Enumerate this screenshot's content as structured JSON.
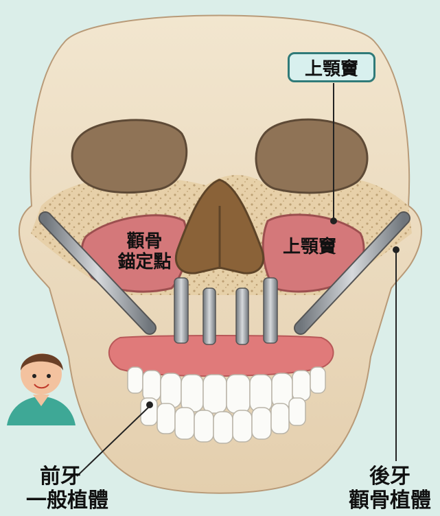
{
  "labels": {
    "sinus_tag": "上顎竇",
    "zygoma_anchor_line1": "顴骨",
    "zygoma_anchor_line2": "錨定點",
    "sinus_inner": "上顎竇",
    "front_teeth_line1": "前牙",
    "front_teeth_line2": "一般植體",
    "back_teeth_line1": "後牙",
    "back_teeth_line2": "顴骨植體"
  },
  "colors": {
    "background": "#dbeee9",
    "bone": "#eddcc0",
    "sinus": "#d4787a",
    "gum": "#e07a7a",
    "implant": "#9aa0a6",
    "tag_border": "#2f7a78"
  }
}
